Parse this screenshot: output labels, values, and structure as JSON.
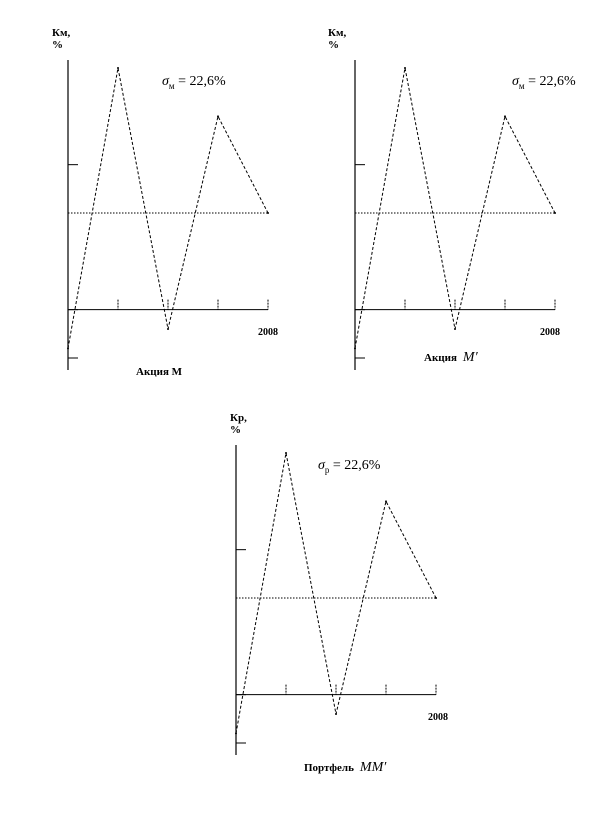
{
  "chart_data": [
    {
      "type": "line",
      "ylabel": "Км, %",
      "sigma": {
        "symbol": "σ",
        "sub": "м",
        "value": "= 22,6%"
      },
      "xtick_label": "2008",
      "caption": "Акция М",
      "caption_italic": "",
      "values": [
        -4,
        25,
        -2,
        20,
        10
      ],
      "mean": 10,
      "ylim": [
        -5,
        25
      ]
    },
    {
      "type": "line",
      "ylabel": "Км, %",
      "sigma": {
        "symbol": "σ",
        "sub": "м",
        "value": "= 22,6%"
      },
      "xtick_label": "2008",
      "caption": "Акция",
      "caption_italic": "M′",
      "values": [
        -4,
        25,
        -2,
        20,
        10
      ],
      "mean": 10,
      "ylim": [
        -5,
        25
      ]
    },
    {
      "type": "line",
      "ylabel": "Кр, %",
      "sigma": {
        "symbol": "σ",
        "sub": "р",
        "value": "= 22,6%"
      },
      "xtick_label": "2008",
      "caption": "Портфель",
      "caption_italic": "MM′",
      "values": [
        -4,
        25,
        -2,
        20,
        10
      ],
      "mean": 10,
      "ylim": [
        -5,
        25
      ]
    }
  ]
}
